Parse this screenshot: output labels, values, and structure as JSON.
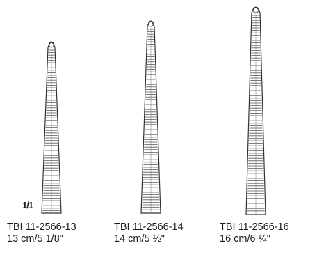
{
  "scale": "1/1",
  "instruments": [
    {
      "model": "TBI 11-2566-13",
      "size": "13 cm/5 1/8\""
    },
    {
      "model": "TBI 11-2566-14",
      "size": "14 cm/5 ½\""
    },
    {
      "model": "TBI 11-2566-16",
      "size": "16 cm/6 ¼\""
    }
  ]
}
